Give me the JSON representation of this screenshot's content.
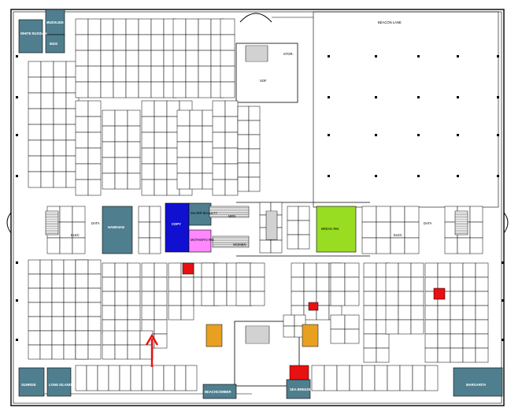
{
  "floor": {
    "top_edge_label": "BEACON LANE",
    "rooms": {
      "white_russian": "WHITE RUSSIAN",
      "mudslide": "MUDSLIDE",
      "b403": "B403",
      "hawaiian": "HAWAIIAN",
      "copy": "COPY",
      "silver_bullett": "SILVER BULLETT",
      "mothers_rm": "MOTHER'S RM.",
      "men": "MEN",
      "women": "WOMEN",
      "break_rm": "BREAK RM.",
      "sunrise": "SUNRISE",
      "long_island": "LONG ISLAND",
      "beachcomber": "BEACHCOMBER",
      "sea_breeze": "SEA BREEZE",
      "margarita": "MARGARITA",
      "data_left": "DATA",
      "data_right": "DATA",
      "elec_left": "ELEC",
      "elec_right": "ELEC",
      "stor": "STOR.",
      "sof": "SOF"
    }
  },
  "colors": {
    "teal": "#4f7f8f",
    "blue": "#1010d0",
    "pink": "#ff88ff",
    "green": "#99dd22",
    "red": "#e81010",
    "orange": "#e8a020",
    "arrow": "#e81010"
  },
  "icons": {
    "you_are_here": "red-arrow-icon"
  }
}
